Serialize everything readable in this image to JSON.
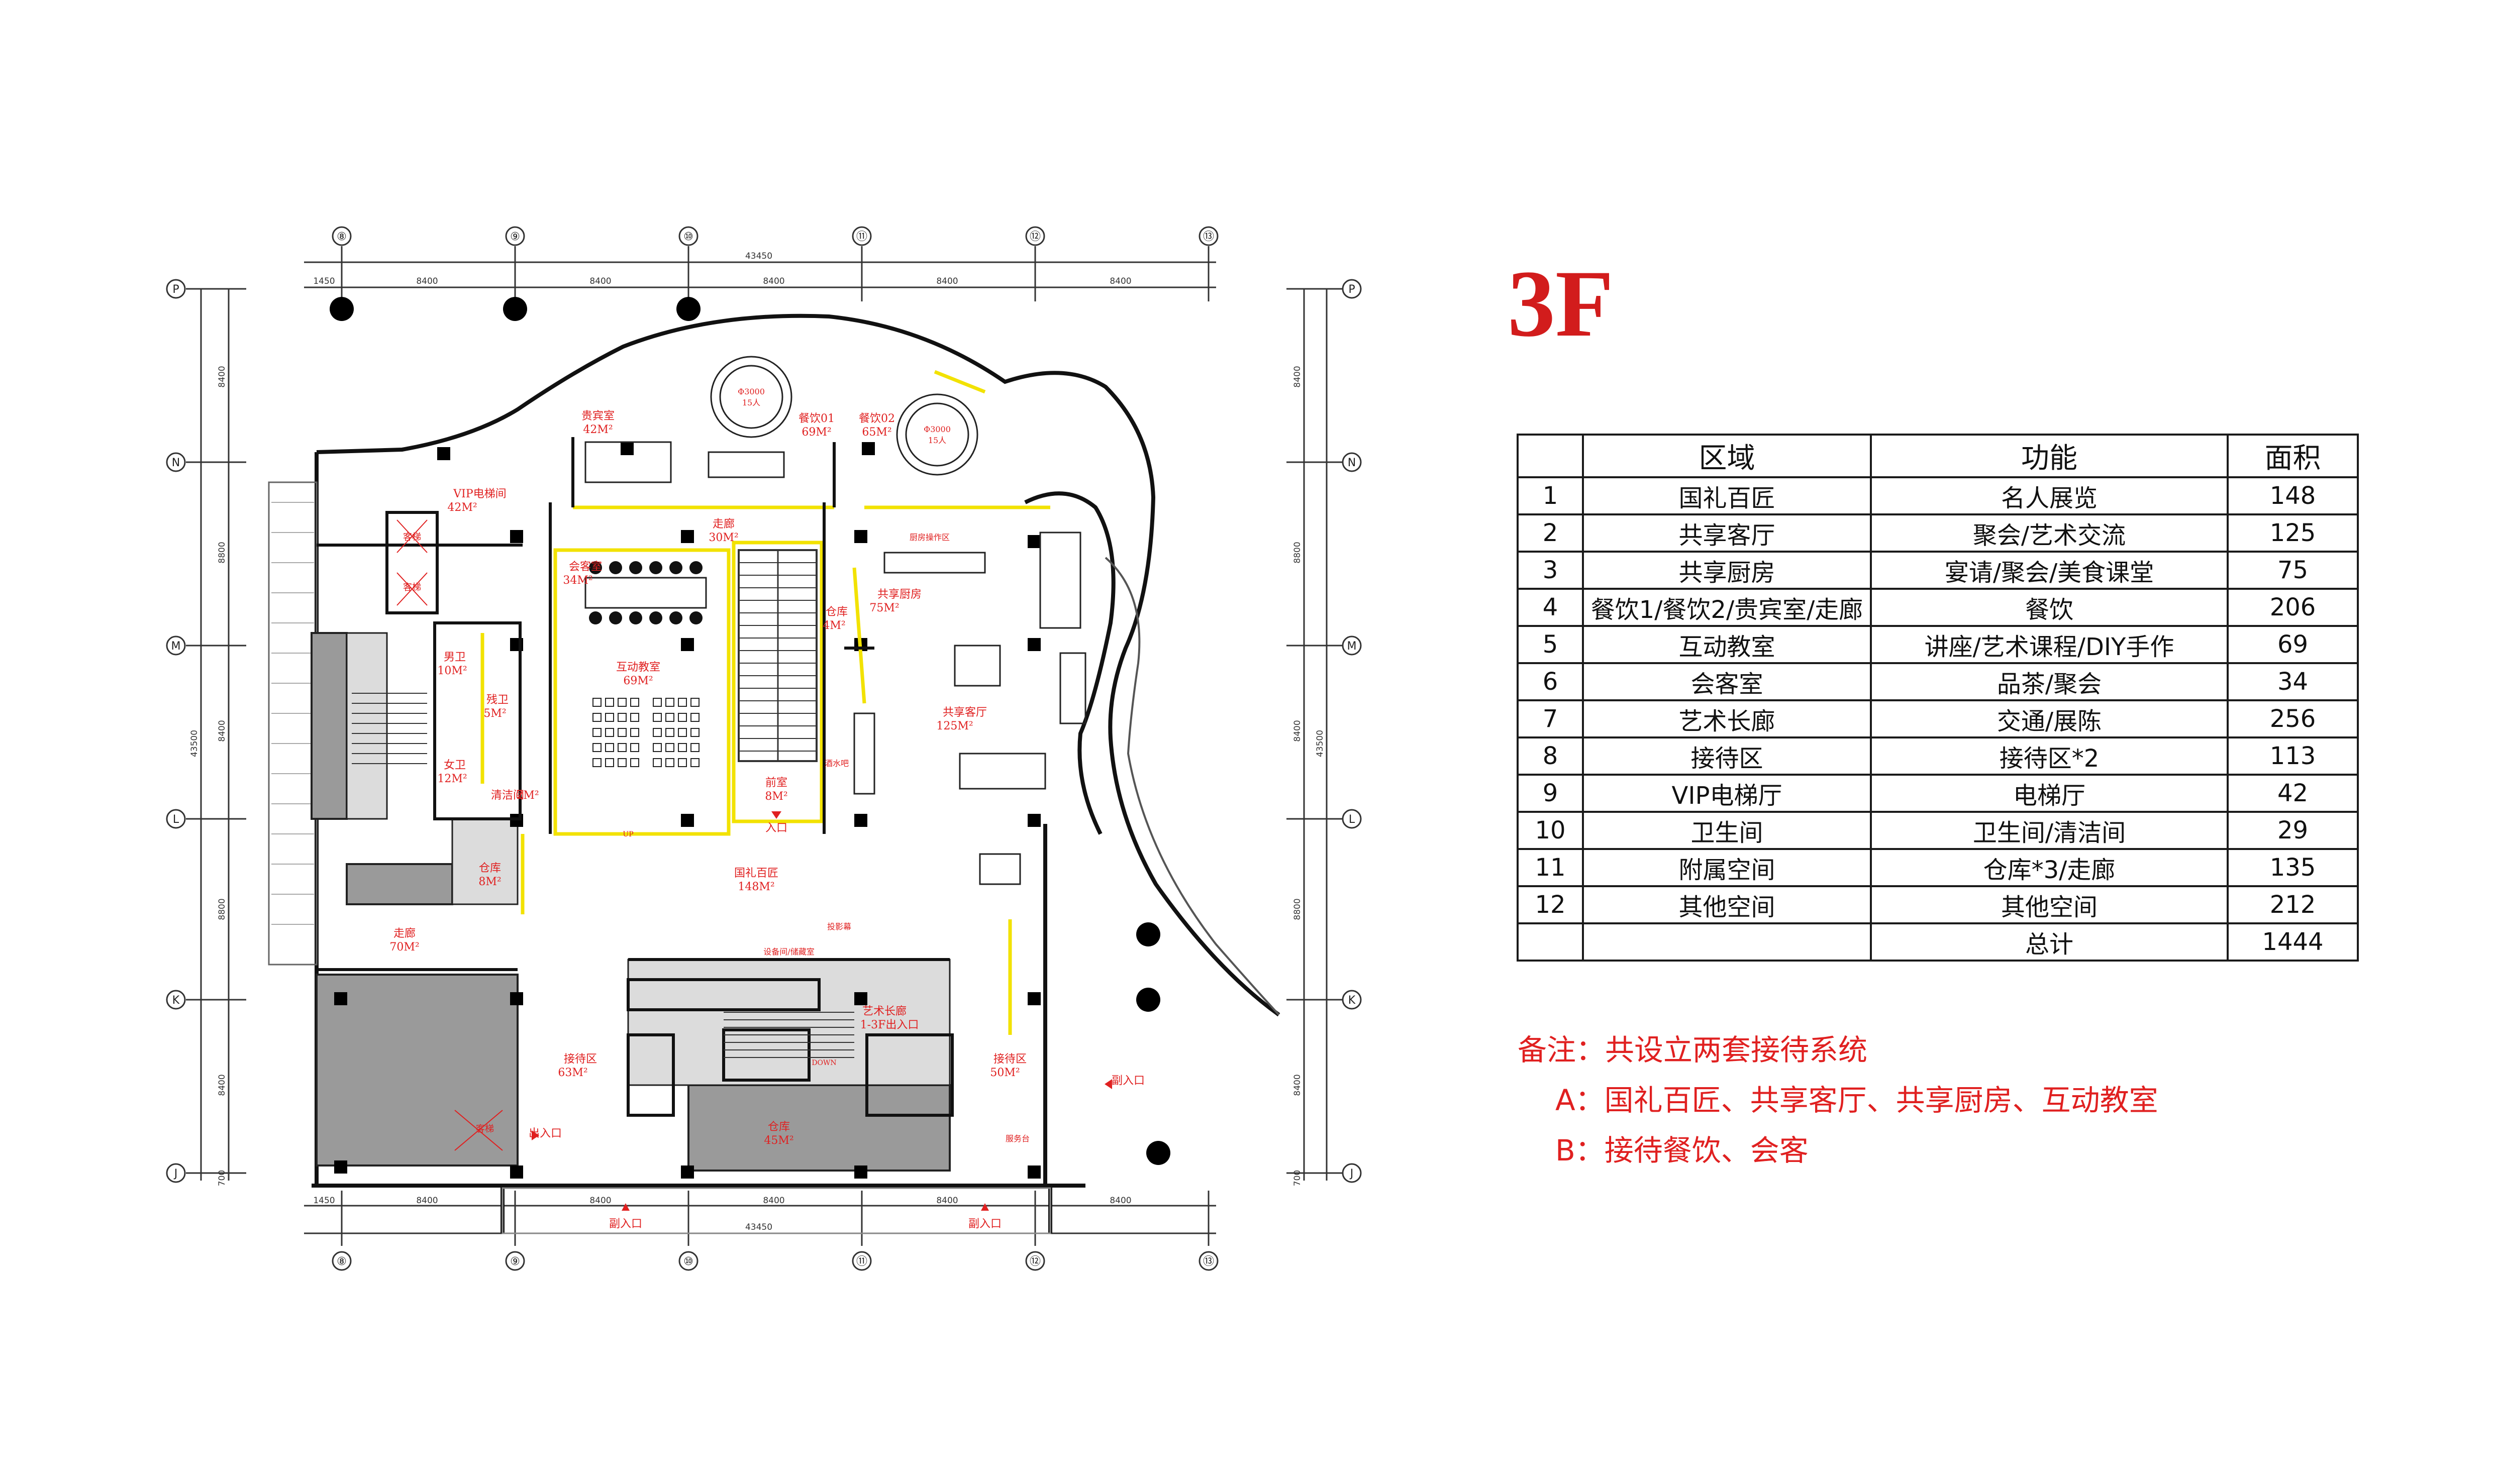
{
  "floor_title": "3F",
  "table": {
    "headers": [
      "",
      "区域",
      "功能",
      "面积"
    ],
    "rows": [
      [
        "1",
        "国礼百匠",
        "名人展览",
        "148"
      ],
      [
        "2",
        "共享客厅",
        "聚会/艺术交流",
        "125"
      ],
      [
        "3",
        "共享厨房",
        "宴请/聚会/美食课堂",
        "75"
      ],
      [
        "4",
        "餐饮1/餐饮2/贵宾室/走廊",
        "餐饮",
        "206"
      ],
      [
        "5",
        "互动教室",
        "讲座/艺术课程/DIY手作",
        "69"
      ],
      [
        "6",
        "会客室",
        "品茶/聚会",
        "34"
      ],
      [
        "7",
        "艺术长廊",
        "交通/展陈",
        "256"
      ],
      [
        "8",
        "接待区",
        "接待区*2",
        "113"
      ],
      [
        "9",
        "VIP电梯厅",
        "电梯厅",
        "42"
      ],
      [
        "10",
        "卫生间",
        "卫生间/清洁间",
        "29"
      ],
      [
        "11",
        "附属空间",
        "仓库*3/走廊",
        "135"
      ],
      [
        "12",
        "其他空间",
        "其他空间",
        "212"
      ],
      [
        "",
        "",
        "总计",
        "1444"
      ]
    ]
  },
  "notes": {
    "line1": "备注：共设立两套接待系统",
    "line2": "A：国礼百匠、共享客厅、共享厨房、互动教室",
    "line3": "B：接待餐饮、会客"
  },
  "colors": {
    "title_red": "#d21c1c",
    "label_red": "#e02020",
    "wall_yellow": "#f2e200",
    "gray_fill": "#9a9a9a"
  },
  "plan": {
    "grid_columns": [
      "⑧",
      "⑨",
      "⑩",
      "⑪",
      "⑫",
      "⑬"
    ],
    "grid_rows": [
      "P",
      "N",
      "M",
      "L",
      "K",
      "J"
    ],
    "dim_total_top": "43450",
    "dim_total_bottom": "43450",
    "dim_top_segments": [
      "1450",
      "8400",
      "8400",
      "8400",
      "8400",
      "8400"
    ],
    "dim_bottom_segments": [
      "1450",
      "8400",
      "8400",
      "8400",
      "8400",
      "8400"
    ],
    "dim_left_segments": [
      "8400",
      "8800",
      "8400",
      "8800",
      "8400",
      "700"
    ],
    "dim_right_segments": [
      "8400",
      "8800",
      "8400",
      "8800",
      "8400",
      "700"
    ],
    "dim_total_left": "43500",
    "dim_total_right": "43500",
    "rooms": {
      "vip_room": "贵宾室",
      "vip_room_area": "42M²",
      "dining01": "餐饮01",
      "dining01_area": "69M²",
      "dining02": "餐饮02",
      "dining02_area": "65M²",
      "table_spec": "Φ3000",
      "table_seats": "15人",
      "vip_elevator": "VIP电梯间",
      "vip_elevator_area": "42M²",
      "corridor_top": "走廊",
      "corridor_top_area": "30M²",
      "meeting_room": "会客室",
      "meeting_room_area": "34M²",
      "kitchen_ops": "厨房操作区",
      "shared_kitchen": "共享厨房",
      "shared_kitchen_area": "75M²",
      "storage_small": "仓库",
      "storage_small_area": "4M²",
      "mens_wc": "男卫",
      "mens_wc_area": "10M²",
      "disabled_wc": "残卫",
      "disabled_wc_area": "5M²",
      "womens_wc": "女卫",
      "womens_wc_area": "12M²",
      "cleaning": "清洁间",
      "cleaning_area": "2M²",
      "classroom": "互动教室",
      "classroom_area": "69M²",
      "shared_lounge": "共享客厅",
      "shared_lounge_area": "125M²",
      "front_room": "前室",
      "front_room_area": "8M²",
      "entrance": "入口",
      "storage_left": "仓库",
      "storage_left_area": "8M²",
      "gallery": "国礼百匠",
      "gallery_area": "148M²",
      "corridor_left": "走廊",
      "corridor_left_area": "70M²",
      "reception_left": "接待区",
      "reception_left_area": "63M²",
      "art_corridor": "艺术长廊",
      "art_corridor_exit": "1-3F出入口",
      "storage_bottom": "仓库",
      "storage_bottom_area": "45M²",
      "reception_right": "接待区",
      "reception_right_area": "50M²",
      "side_entrance": "副入口",
      "exit_entrance": "出入口",
      "elevator_text": "客梯",
      "equipment": "设备间/储藏室",
      "projection": "投影幕",
      "service_desk": "服务台",
      "wine_bar": "酒水吧",
      "down_label": "DOWN",
      "up_label": "UP"
    }
  }
}
